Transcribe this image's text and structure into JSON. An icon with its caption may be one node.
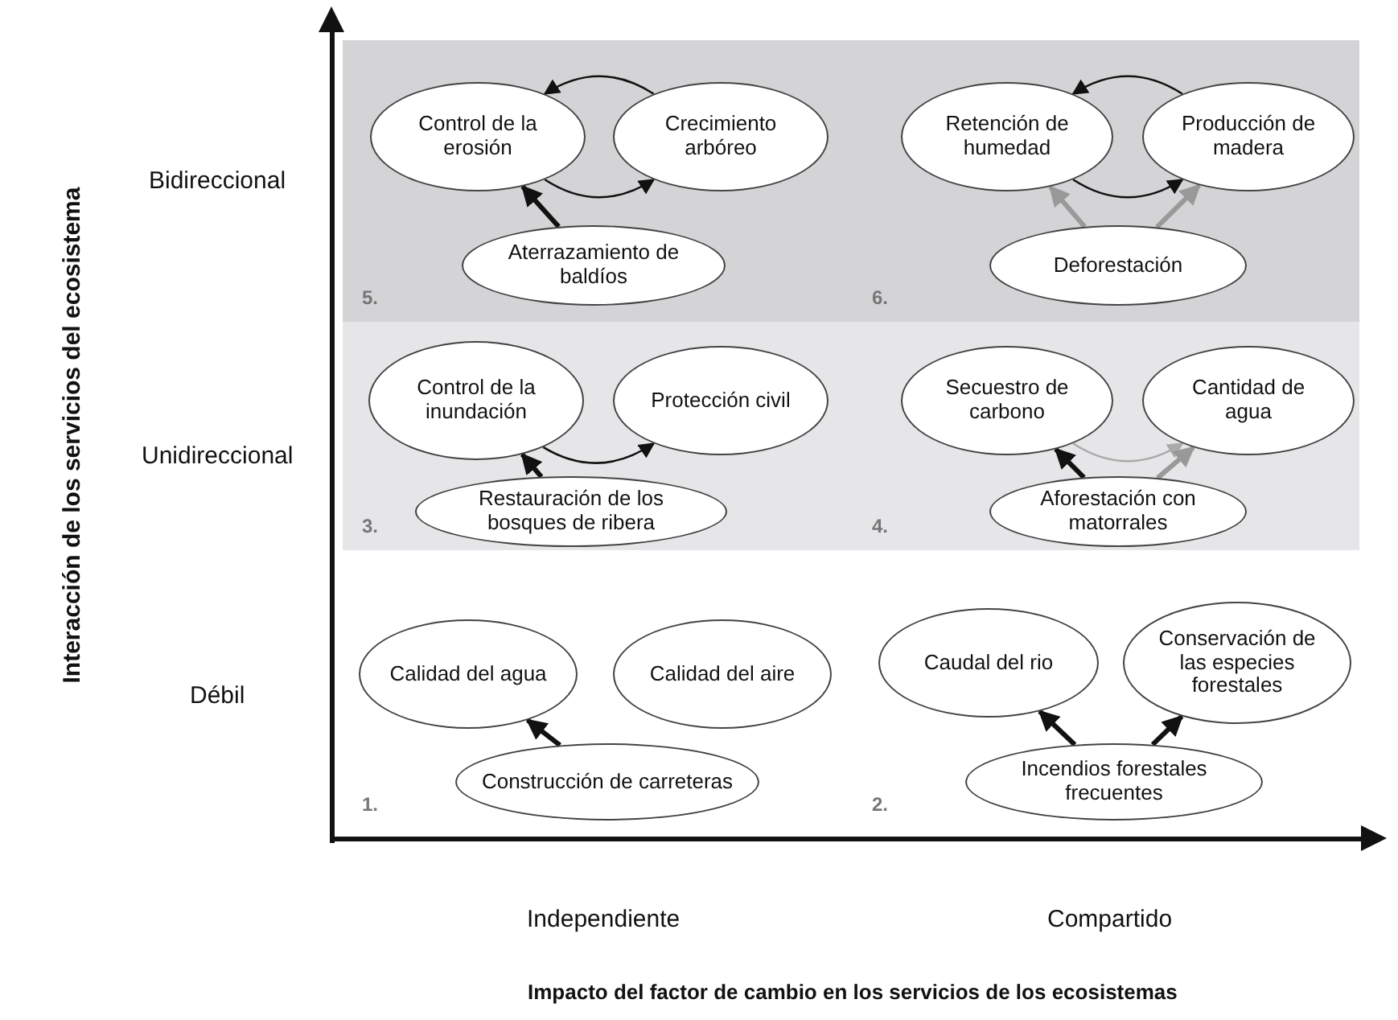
{
  "diagram": {
    "nodes": [
      {
        "text": [
          "5."
        ]
      },
      {
        "text": [
          "Control de la erosión"
        ],
        "in": 0
      },
      {
        "text": [
          "Crecimiento arbóreo"
        ],
        "in": 0
      },
      {
        "text": [
          "Aterrazamiento de baldíos"
        ],
        "in": 0
      },
      {
        "text": [
          "6."
        ]
      },
      {
        "text": [
          "Retención de humedad"
        ],
        "in": 4
      },
      {
        "text": [
          "Producción de madera"
        ],
        "in": 4
      },
      {
        "text": [
          "Deforestación"
        ],
        "in": 4
      },
      {
        "text": [
          "3."
        ]
      },
      {
        "text": [
          "Control de la inundación"
        ],
        "in": 8
      },
      {
        "text": [
          "Protección civil"
        ],
        "in": 8
      },
      {
        "text": [
          "Restauración de los bosques de ribera"
        ],
        "in": 8
      },
      {
        "text": [
          "4."
        ]
      },
      {
        "text": [
          "Secuestro de carbono"
        ],
        "in": 12
      },
      {
        "text": [
          "Cantidad de agua"
        ],
        "in": 12
      },
      {
        "text": [
          "Aforestación con matorrales"
        ],
        "in": 12
      },
      {
        "text": [
          "1."
        ]
      },
      {
        "text": [
          "Calidad del agua"
        ],
        "in": 16
      },
      {
        "text": [
          "Calidad del aire"
        ],
        "in": 16
      },
      {
        "text": [
          "Construcción de carreteras"
        ],
        "in": 16
      },
      {
        "text": [
          "2."
        ]
      },
      {
        "text": [
          "Caudal del rio"
        ],
        "in": 20
      },
      {
        "text": [
          "Conservación de las especies forestales"
        ],
        "in": 20
      },
      {
        "text": [
          "Incendios forestales frecuentes"
        ],
        "in": 20
      }
    ],
    "edges": [
      {
        "from": 2,
        "to": 1,
        "arrow": "to"
      },
      {
        "from": 1,
        "to": 2,
        "arrow": "to"
      },
      {
        "from": 3,
        "to": 1,
        "arrow": "to"
      },
      {
        "from": 6,
        "to": 5,
        "arrow": "to"
      },
      {
        "from": 5,
        "to": 6,
        "arrow": "to"
      },
      {
        "from": 7,
        "to": 5,
        "arrow": "to",
        "color": "#999999"
      },
      {
        "from": 7,
        "to": 6,
        "arrow": "to",
        "color": "#999999"
      },
      {
        "from": 9,
        "to": 10,
        "arrow": "to"
      },
      {
        "from": 11,
        "to": 9,
        "arrow": "to"
      },
      {
        "from": 13,
        "to": 14,
        "arrow": "to",
        "color": "#aaaaaa"
      },
      {
        "from": 15,
        "to": 13,
        "arrow": "to"
      },
      {
        "from": 15,
        "to": 14,
        "arrow": "to",
        "color": "#999999"
      },
      {
        "from": 19,
        "to": 17,
        "arrow": "to"
      },
      {
        "from": 23,
        "to": 21,
        "arrow": "to"
      },
      {
        "from": 23,
        "to": 22,
        "arrow": "to"
      }
    ],
    "labels": [
      "Interacción de los servicios del ecosistema",
      "Bidireccional",
      "Unidireccional",
      "Débil",
      "Independiente",
      "Compartido",
      "Impacto del factor de cambio en los servicios de los ecosistemas"
    ]
  }
}
